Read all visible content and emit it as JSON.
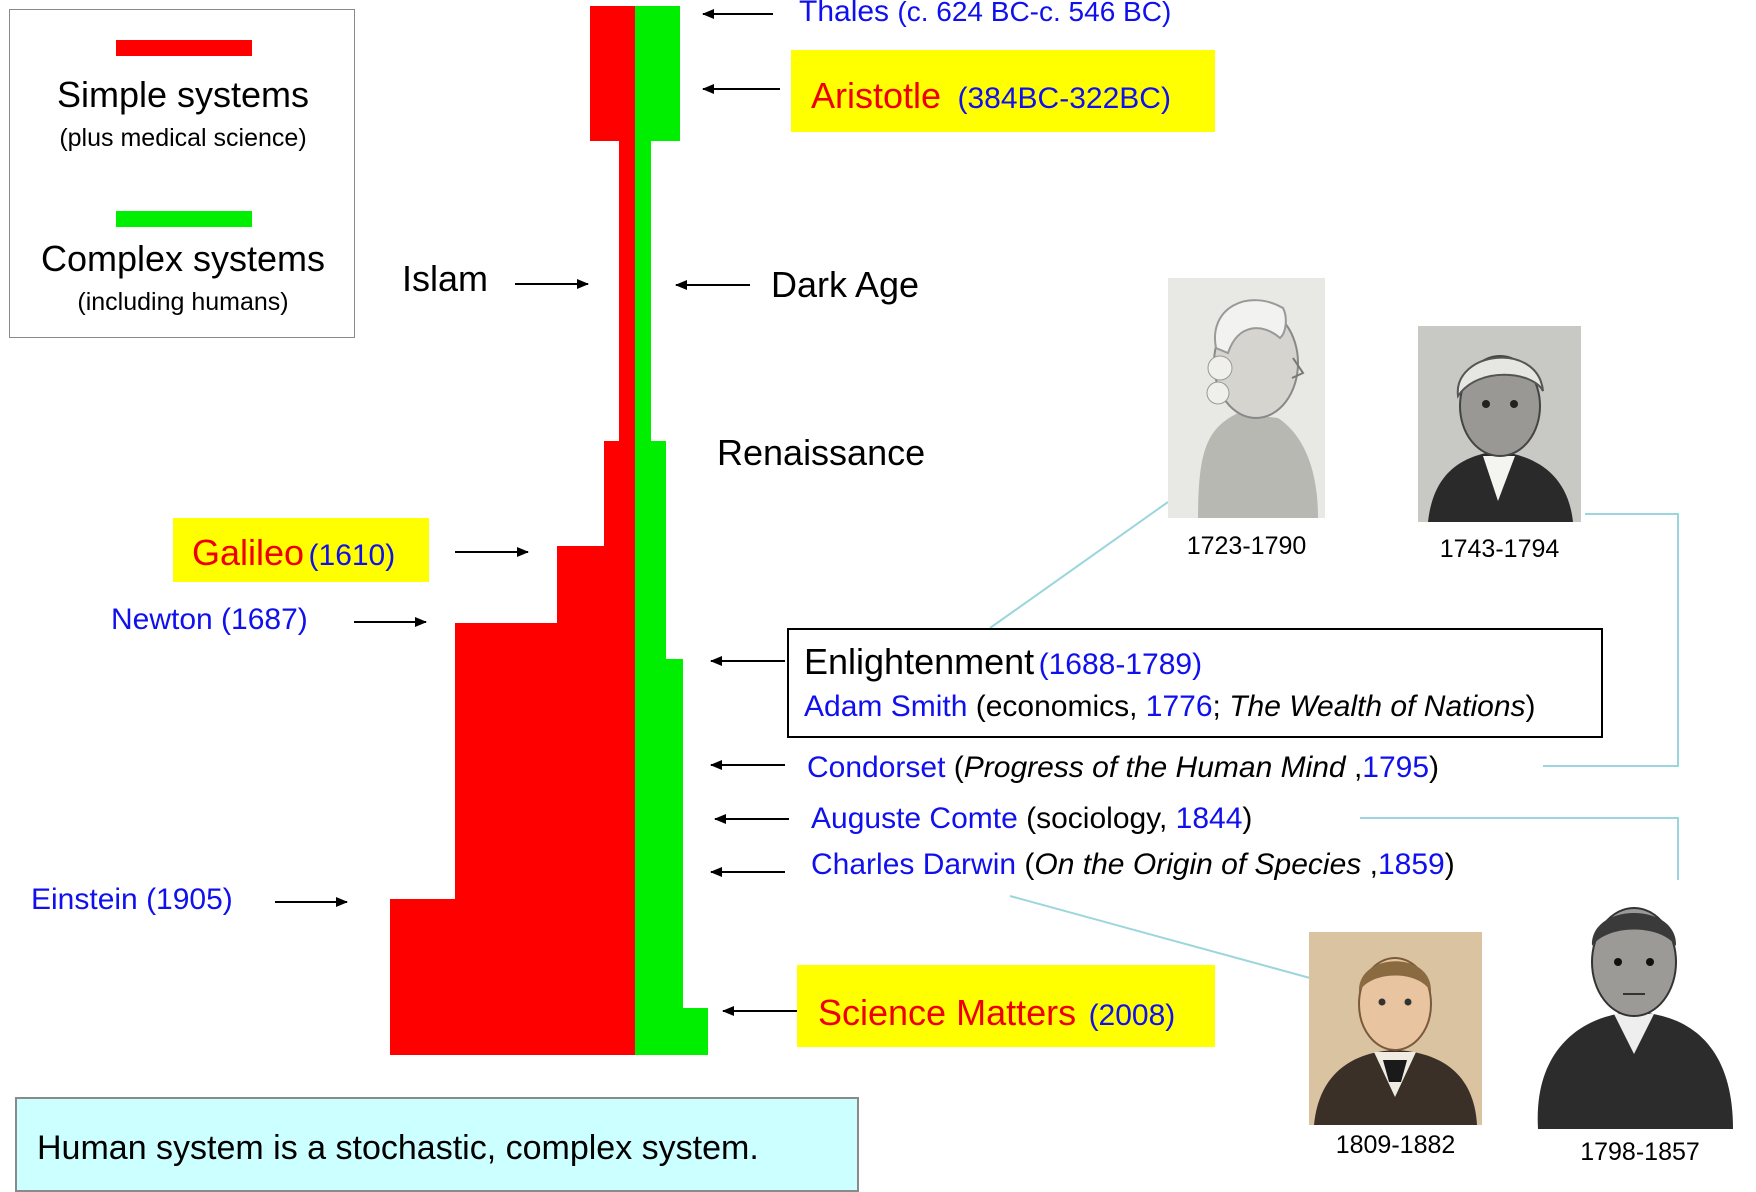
{
  "legend": {
    "simple_title": "Simple systems",
    "simple_sub": "(plus medical science)",
    "complex_title": "Complex systems",
    "complex_sub": "(including humans)",
    "simple_color": "#ff0000",
    "complex_color": "#00ee00"
  },
  "timeline": {
    "thales_name": "Thales",
    "thales_dates": "(c. 624 BC-c. 546 BC)",
    "aristotle_name": "Aristotle",
    "aristotle_dates": "(384BC-322BC)",
    "islam": "Islam",
    "dark_age": "Dark Age",
    "renaissance": "Renaissance",
    "galileo_name": "Galileo",
    "galileo_date": "(1610)",
    "newton": "Newton (1687)",
    "einstein": "Einstein (1905)",
    "science_matters_name": "Science Matters",
    "science_matters_date": "(2008)"
  },
  "enlightenment": {
    "title": "Enlightenment",
    "dates": "(1688-1789)",
    "smith_name": "Adam Smith",
    "smith_field": "(economics,",
    "smith_year": "1776",
    "smith_semicolon": ";",
    "smith_book": "The Wealth of Nations",
    "smith_close": ")"
  },
  "thinkers": {
    "condorset_name": "Condorset",
    "condorset_open": "(",
    "condorset_book": "Progress of the Human Mind",
    "condorset_comma": ",",
    "condorset_year": "1795",
    "condorset_close": ")",
    "comte_name": "Auguste Comte",
    "comte_field": "(sociology,",
    "comte_year": "1844",
    "comte_close": ")",
    "darwin_name": "Charles Darwin",
    "darwin_open": "(",
    "darwin_book": "On the Origin of Species",
    "darwin_comma": ",",
    "darwin_year": "1859",
    "darwin_close": ")"
  },
  "portraits": {
    "smith_years": "1723-1790",
    "condorcet_years": "1743-1794",
    "darwin_years": "1809-1882",
    "comte_years": "1798-1857"
  },
  "footer": "Human system is a stochastic, complex system."
}
